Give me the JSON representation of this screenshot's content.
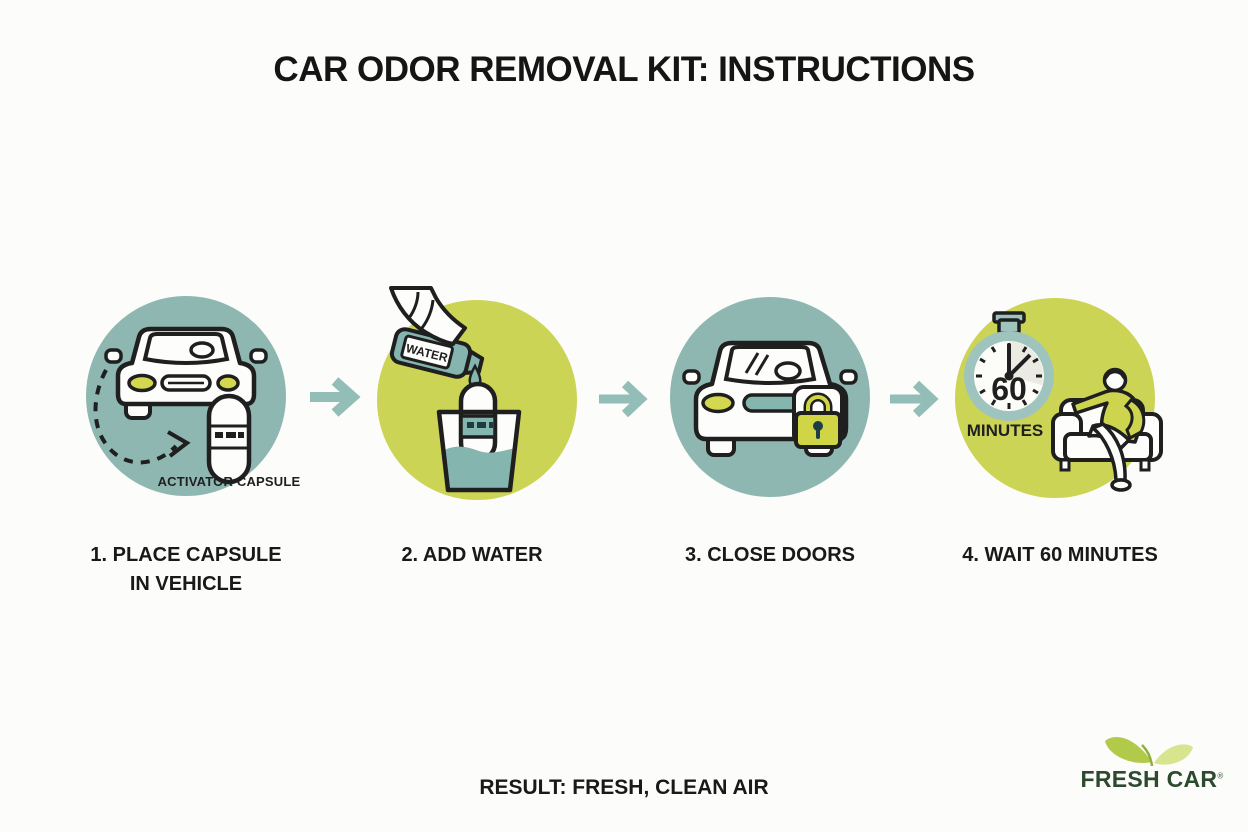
{
  "title": "CAR ODOR REMOVAL KIT: INSTRUCTIONS",
  "steps": [
    {
      "label": "1. PLACE CAPSULE IN VEHICLE",
      "caption": "ACTIVATOR CAPSULE"
    },
    {
      "label": "2. ADD WATER",
      "bottle_label": "WATER"
    },
    {
      "label": "3. CLOSE DOORS"
    },
    {
      "label": "4. WAIT 60 MINUTES",
      "timer_value": "60",
      "timer_unit": "MINUTES"
    }
  ],
  "result_text": "RESULT: FRESH, CLEAN AIR",
  "logo": {
    "name": "FRESH CAR",
    "registered": "®"
  },
  "colors": {
    "background": "#FCFCFA",
    "teal_circle": "#8FB7B1",
    "yellow_green_circle": "#CCD455",
    "arrow": "#93BDB7",
    "outline": "#1F1F1F",
    "headlight_yellow": "#D3D84E",
    "water_teal": "#85B5AF",
    "stopwatch_ring": "#9FC4BE",
    "logo_green": "#2D4A2F",
    "leaf_dark": "#B2CA4A",
    "leaf_light": "#D8E48E"
  }
}
